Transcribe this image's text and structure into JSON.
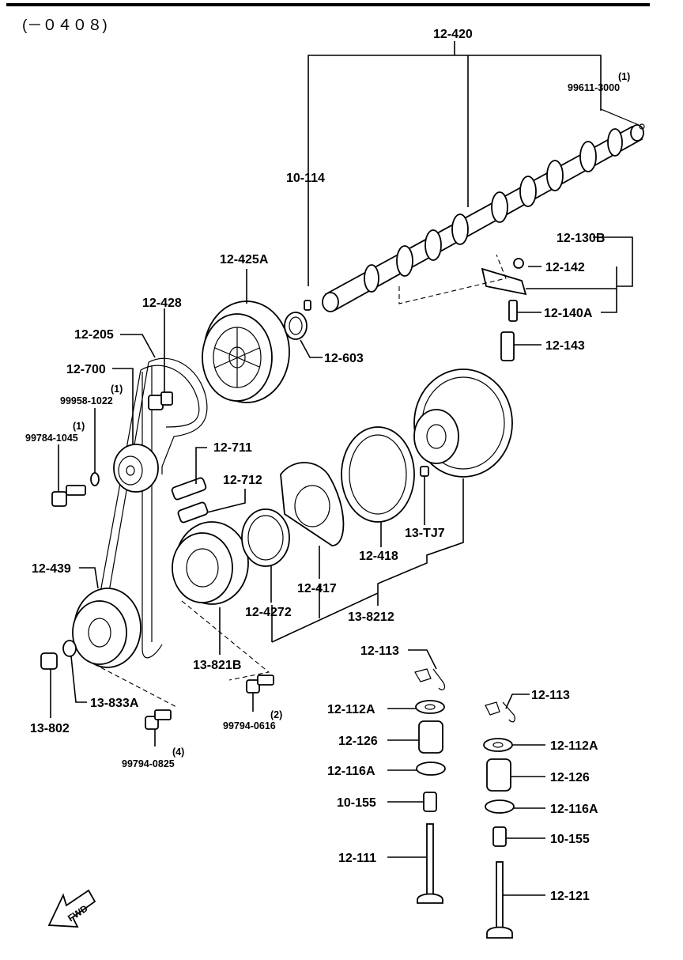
{
  "header": {
    "range": "(－０４０８)"
  },
  "parts": {
    "p12_420": "12-420",
    "p99611_3000": "99611-3000",
    "p99611_qty": "(1)",
    "p10_114": "10-114",
    "p12_130B": "12-130B",
    "p12_142": "12-142",
    "p12_140A": "12-140A",
    "p12_143": "12-143",
    "p12_425A": "12-425A",
    "p12_603": "12-603",
    "p12_428": "12-428",
    "p12_205": "12-205",
    "p12_700": "12-700",
    "p99958_1022": "99958-1022",
    "p99958_qty": "(1)",
    "p99784_1045": "99784-1045",
    "p99784_qty": "(1)",
    "p12_711": "12-711",
    "p12_712": "12-712",
    "p13_TJ7": "13-TJ7",
    "p12_418": "12-418",
    "p12_417": "12-417",
    "p12_4272": "12-4272",
    "p13_8212": "13-8212",
    "p12_439": "12-439",
    "p13_821B": "13-821B",
    "p13_833A": "13-833A",
    "p13_802": "13-802",
    "p99794_0616": "99794-0616",
    "p99794_0616_qty": "(2)",
    "p99794_0825": "99794-0825",
    "p99794_0825_qty": "(4)",
    "p12_113a": "12-113",
    "p12_112Aa": "12-112A",
    "p12_126a": "12-126",
    "p12_116Aa": "12-116A",
    "p10_155a": "10-155",
    "p12_111": "12-111",
    "p12_113b": "12-113",
    "p12_112Ab": "12-112A",
    "p12_126b": "12-126",
    "p12_116Ab": "12-116A",
    "p10_155b": "10-155",
    "p12_121": "12-121"
  },
  "fwd_label": "FWD"
}
